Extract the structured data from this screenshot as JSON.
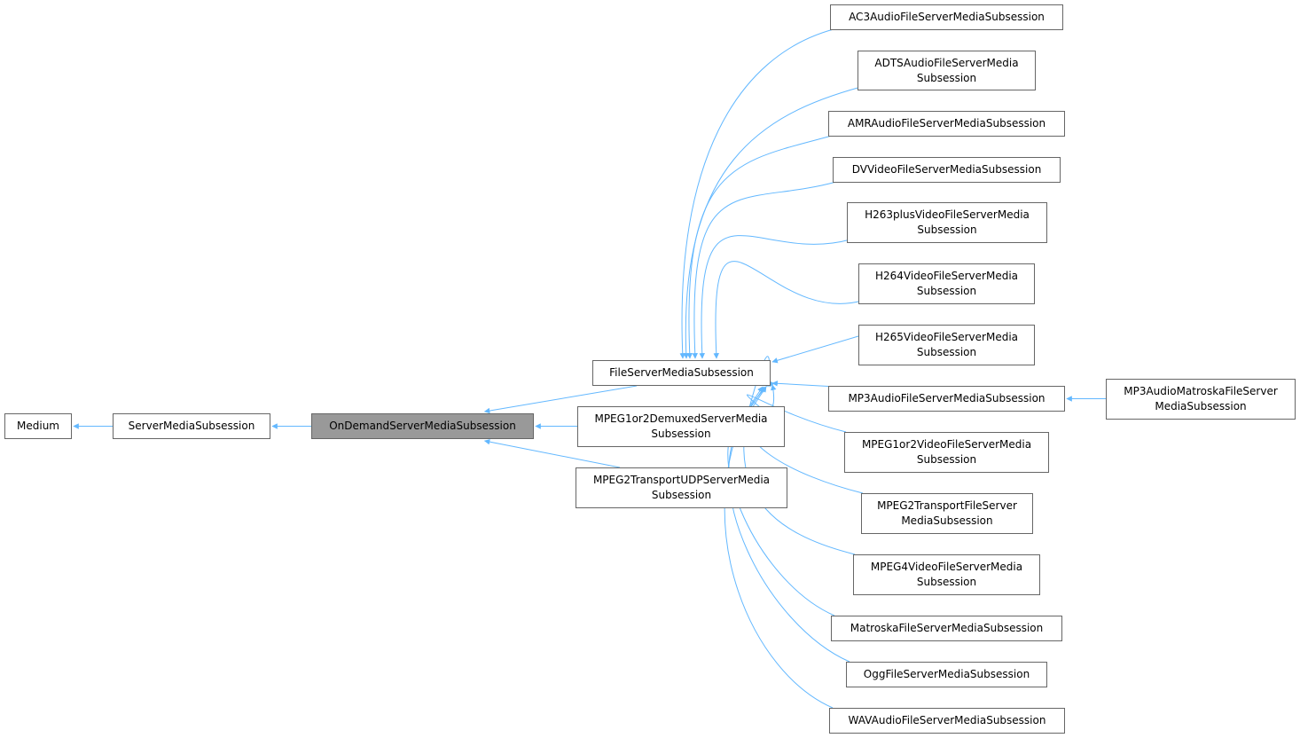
{
  "diagram": {
    "type": "class-inheritance-graph",
    "edge_color": "#63b8ff",
    "highlight_color": "#999999",
    "nodes": [
      {
        "id": "medium",
        "lines": [
          "Medium"
        ]
      },
      {
        "id": "server_media_subsession",
        "lines": [
          "ServerMediaSubsession"
        ]
      },
      {
        "id": "on_demand",
        "lines": [
          "OnDemandServerMediaSubsession"
        ],
        "current": true
      },
      {
        "id": "file_server",
        "lines": [
          "FileServerMediaSubsession"
        ]
      },
      {
        "id": "mpeg1or2_demuxed",
        "lines": [
          "MPEG1or2DemuxedServerMedia",
          "Subsession"
        ]
      },
      {
        "id": "mpeg2_transport_udp",
        "lines": [
          "MPEG2TransportUDPServerMedia",
          "Subsession"
        ]
      },
      {
        "id": "ac3",
        "lines": [
          "AC3AudioFileServerMediaSubsession"
        ]
      },
      {
        "id": "adts",
        "lines": [
          "ADTSAudioFileServerMedia",
          "Subsession"
        ]
      },
      {
        "id": "amr",
        "lines": [
          "AMRAudioFileServerMediaSubsession"
        ]
      },
      {
        "id": "dv",
        "lines": [
          "DVVideoFileServerMediaSubsession"
        ]
      },
      {
        "id": "h263",
        "lines": [
          "H263plusVideoFileServerMedia",
          "Subsession"
        ]
      },
      {
        "id": "h264",
        "lines": [
          "H264VideoFileServerMedia",
          "Subsession"
        ]
      },
      {
        "id": "h265",
        "lines": [
          "H265VideoFileServerMedia",
          "Subsession"
        ]
      },
      {
        "id": "mp3",
        "lines": [
          "MP3AudioFileServerMediaSubsession"
        ]
      },
      {
        "id": "mpeg1or2_video",
        "lines": [
          "MPEG1or2VideoFileServerMedia",
          "Subsession"
        ]
      },
      {
        "id": "mpeg2_transport_file",
        "lines": [
          "MPEG2TransportFileServer",
          "MediaSubsession"
        ]
      },
      {
        "id": "mpeg4",
        "lines": [
          "MPEG4VideoFileServerMedia",
          "Subsession"
        ]
      },
      {
        "id": "matroska",
        "lines": [
          "MatroskaFileServerMediaSubsession"
        ]
      },
      {
        "id": "ogg",
        "lines": [
          "OggFileServerMediaSubsession"
        ]
      },
      {
        "id": "wav",
        "lines": [
          "WAVAudioFileServerMediaSubsession"
        ]
      },
      {
        "id": "mp3_matroska",
        "lines": [
          "MP3AudioMatroskaFileServer",
          "MediaSubsession"
        ]
      }
    ],
    "edges": [
      {
        "from": "server_media_subsession",
        "to": "medium"
      },
      {
        "from": "on_demand",
        "to": "server_media_subsession"
      },
      {
        "from": "file_server",
        "to": "on_demand"
      },
      {
        "from": "mpeg1or2_demuxed",
        "to": "on_demand"
      },
      {
        "from": "mpeg2_transport_udp",
        "to": "on_demand"
      },
      {
        "from": "ac3",
        "to": "file_server"
      },
      {
        "from": "adts",
        "to": "file_server"
      },
      {
        "from": "amr",
        "to": "file_server"
      },
      {
        "from": "dv",
        "to": "file_server"
      },
      {
        "from": "h263",
        "to": "file_server"
      },
      {
        "from": "h264",
        "to": "file_server"
      },
      {
        "from": "h265",
        "to": "file_server"
      },
      {
        "from": "mp3",
        "to": "file_server"
      },
      {
        "from": "mpeg1or2_video",
        "to": "file_server"
      },
      {
        "from": "mpeg2_transport_file",
        "to": "file_server"
      },
      {
        "from": "mpeg4",
        "to": "file_server"
      },
      {
        "from": "matroska",
        "to": "file_server"
      },
      {
        "from": "ogg",
        "to": "file_server"
      },
      {
        "from": "wav",
        "to": "file_server"
      },
      {
        "from": "mp3_matroska",
        "to": "mp3"
      }
    ]
  }
}
